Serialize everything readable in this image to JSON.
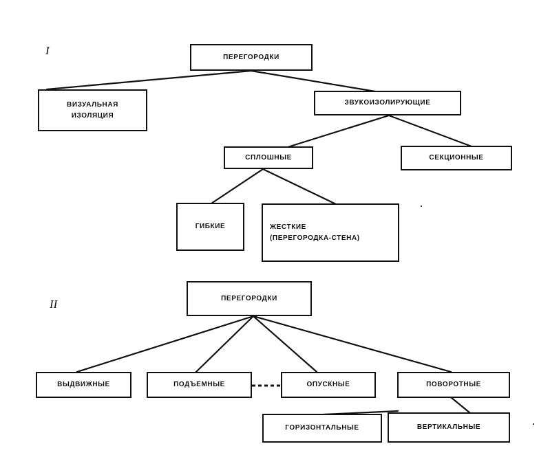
{
  "diagram1": {
    "marker": "I",
    "root": "ПЕРЕГОРОДКИ",
    "visual": [
      "ВИЗУАЛЬНАЯ",
      "ИЗОЛЯЦИЯ"
    ],
    "soundproof": "ЗВУКОИЗОЛИРУЮЩИЕ",
    "solid": "СПЛОШНЫЕ",
    "sectional": "СЕКЦИОННЫЕ",
    "flexible": "ГИБКИЕ",
    "rigid": [
      "ЖЕСТКИЕ",
      "(ПЕРЕГОРОДКА-СТЕНА)"
    ]
  },
  "diagram2": {
    "marker": "II",
    "root": "ПЕРЕГОРОДКИ",
    "sliding": "ВЫДВИЖНЫЕ",
    "lifting": "ПОДЪЕМНЫЕ",
    "lowering": "ОПУСКНЫЕ",
    "rotating": "ПОВОРОТНЫЕ",
    "horizontal": "ГОРИЗОНТАЛЬНЫЕ",
    "vertical": "ВЕРТИКАЛЬНЫЕ"
  }
}
